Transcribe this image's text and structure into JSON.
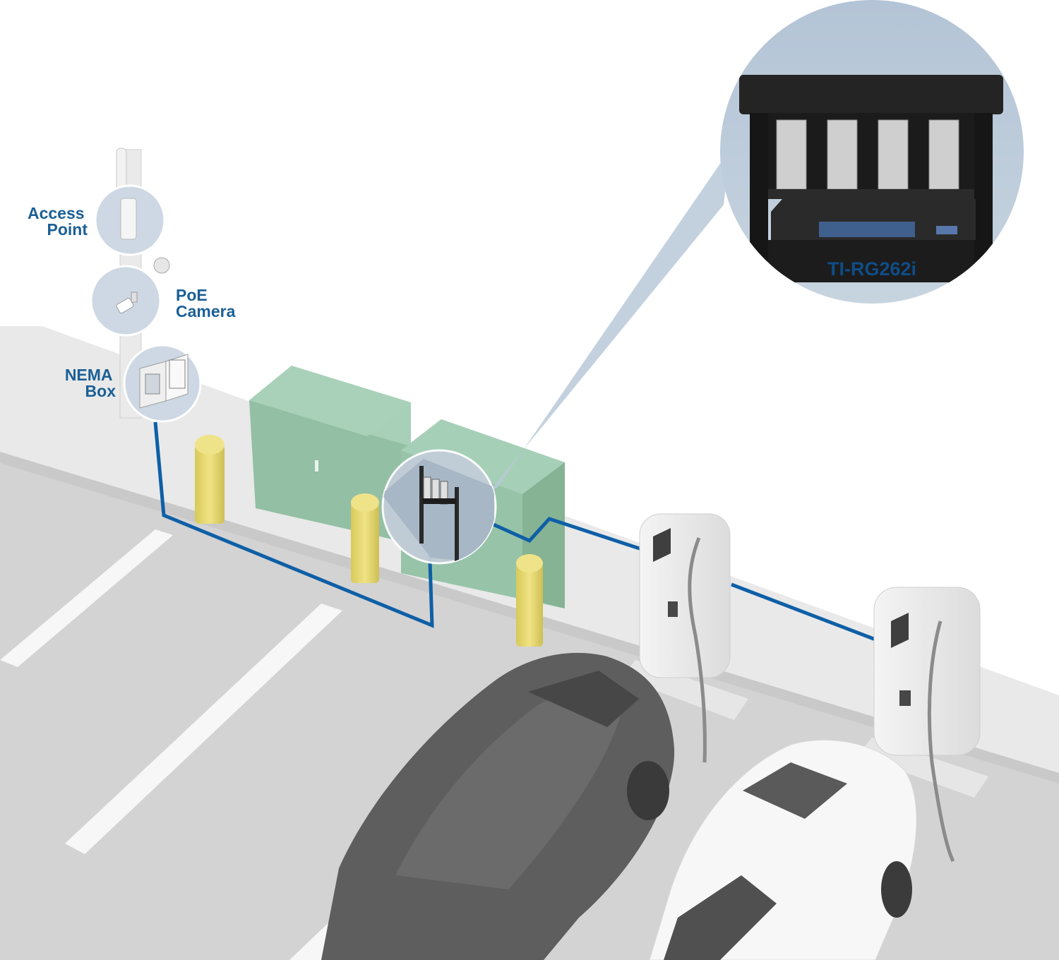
{
  "labels": {
    "access_point_line1": "Access",
    "access_point_line2": "Point",
    "poe_camera_line1": "PoE",
    "poe_camera_line2": "Camera",
    "nema_box_line1": "NEMA",
    "nema_box_line2": "Box",
    "switch_model": "TI-RG262i"
  },
  "colors": {
    "network_cable": "#0e5fa6",
    "callout_circle": "#b8c8d8",
    "cabinet_green": "#96c3a8",
    "bollard_yellow": "#e7d971",
    "ground": "#d3d3d3",
    "curb": "#e8e8e8",
    "dark_car": "#5d5d5d",
    "label_text": "#1b5f96"
  }
}
